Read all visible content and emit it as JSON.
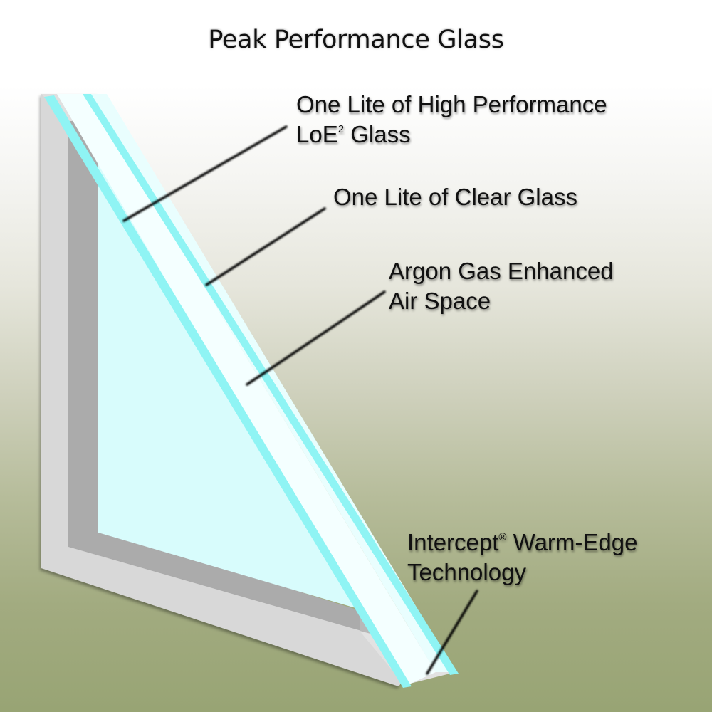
{
  "title": "Peak Performance Glass",
  "callouts": [
    {
      "id": "loe-glass",
      "line1_a": "One Lite of High Performance",
      "line2_a": "LoE",
      "line2_sup": "2",
      "line2_b": " Glass"
    },
    {
      "id": "clear-glass",
      "line1_a": "One Lite of Clear Glass"
    },
    {
      "id": "argon-gas",
      "line1_a": "Argon Gas Enhanced",
      "line2_a": "Air Space"
    },
    {
      "id": "intercept-edge",
      "line1_a": "Intercept",
      "line1_sup": "®",
      "line1_b": " Warm-Edge",
      "line2_a": "Technology"
    }
  ],
  "colors": {
    "glass_edge": "#8ff4f4",
    "glass_fill": "#e6fdfd",
    "glass_inner": "#d6fcfc",
    "frame_light": "#d9d9d9",
    "frame_dark": "#ababab",
    "background_top": "#ffffff",
    "background_bottom": "#98a474",
    "leader_line": "#000000"
  }
}
